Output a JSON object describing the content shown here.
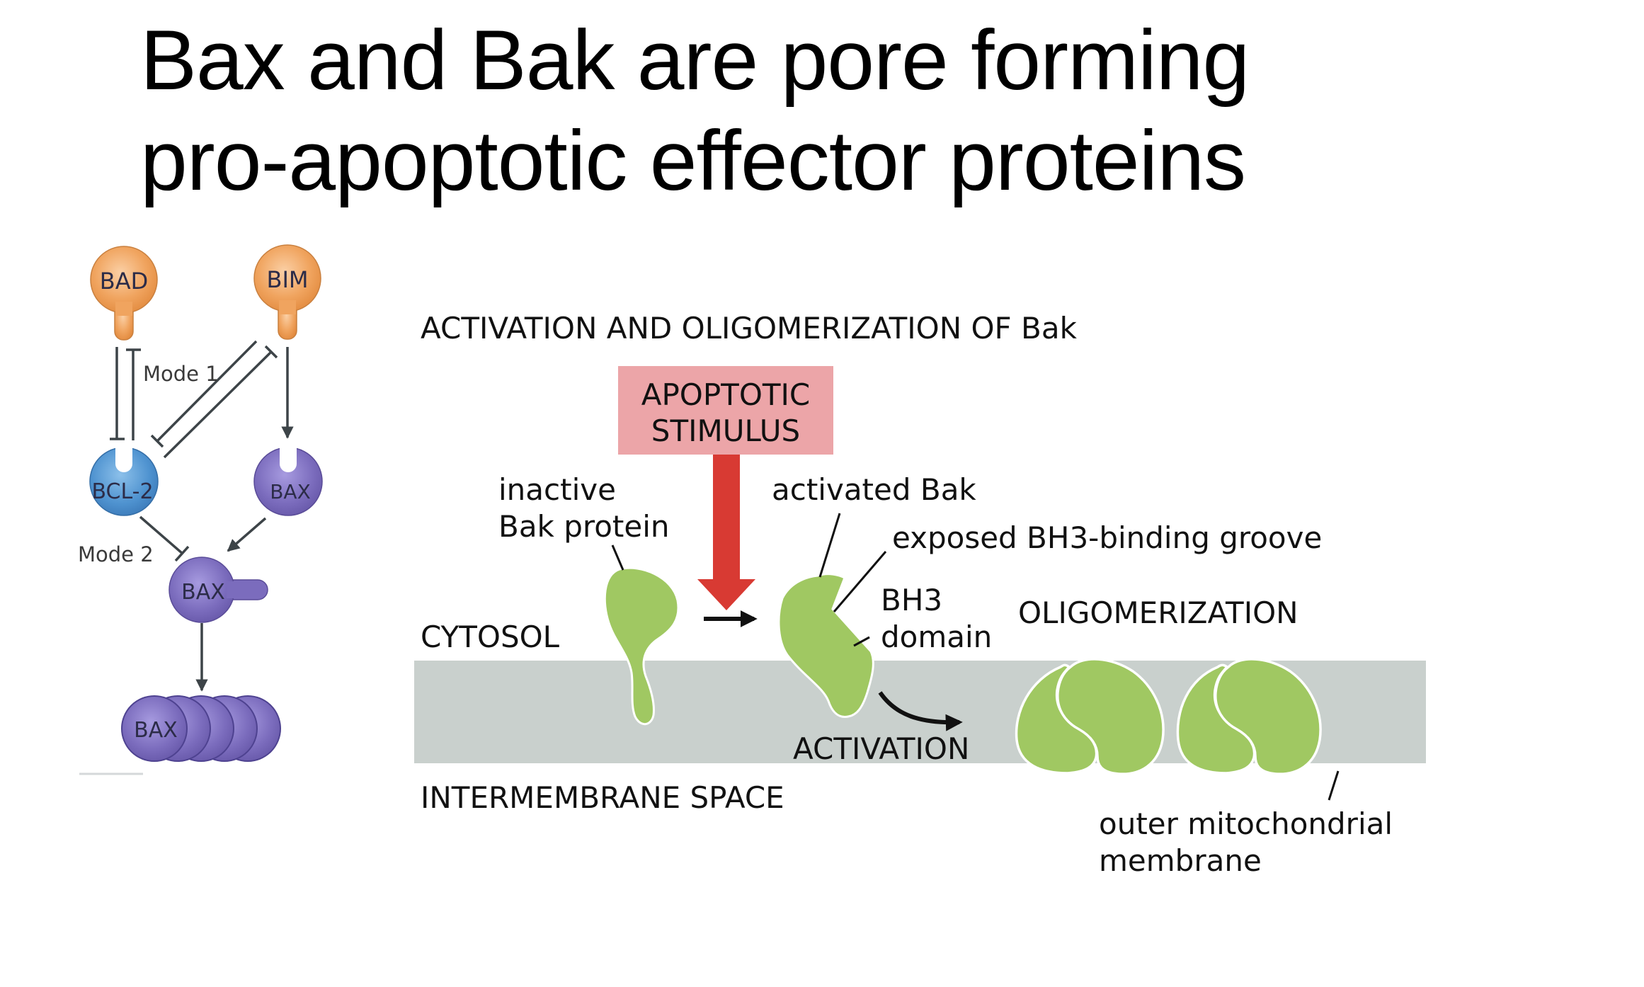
{
  "slide": {
    "title_lines": [
      "Bax and Bak are pore forming",
      "pro-apoptotic effector proteins"
    ]
  },
  "left_diagram": {
    "proteins": {
      "bad": "BAD",
      "bim": "BIM",
      "bcl2": "BCL-2",
      "bax_inactive": "BAX",
      "bax_active": "BAX",
      "bax_oligomer": "BAX"
    },
    "mode_labels": {
      "mode1": "Mode 1",
      "mode2": "Mode 2"
    },
    "colors": {
      "bh3_only": "#eea15e",
      "bcl2": "#4f93d0",
      "bax": "#7b6cbd",
      "connector": "#3d4448"
    }
  },
  "right_diagram": {
    "heading": "ACTIVATION AND OLIGOMERIZATION OF Bak",
    "stimulus_box": [
      "APOPTOTIC",
      "STIMULUS"
    ],
    "labels": {
      "inactive_bak": [
        "inactive",
        "Bak protein"
      ],
      "activated_bak": "activated Bak",
      "groove": "exposed BH3-binding groove",
      "bh3_domain": [
        "BH3",
        "domain"
      ],
      "oligomerization": "OLIGOMERIZATION",
      "cytosol": "CYTOSOL",
      "activation": "ACTIVATION",
      "intermembrane_space": "INTERMEMBRANE SPACE",
      "outer_membrane": [
        "outer mitochondrial",
        "membrane"
      ]
    },
    "colors": {
      "bak_protein": "#a0c862",
      "membrane": "#c9d0cd",
      "stimulus_box": "#eca5a8",
      "stimulus_arrow": "#d83a33",
      "text": "#111111"
    }
  }
}
